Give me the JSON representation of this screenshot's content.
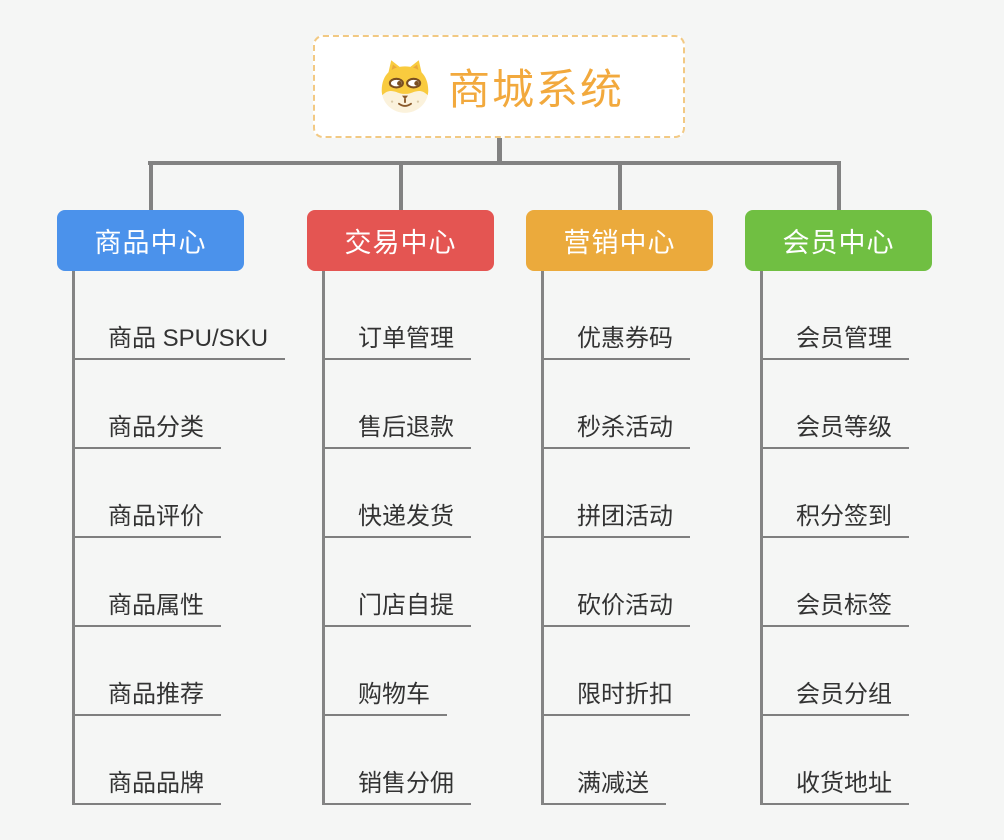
{
  "root": {
    "title": "商城系统",
    "icon": "dog-face",
    "accent_color": "#f2a93d",
    "border_color": "#f2c983"
  },
  "branches": [
    {
      "label": "商品中心",
      "color": "#4b92eb",
      "items": [
        "商品 SPU/SKU",
        "商品分类",
        "商品评价",
        "商品属性",
        "商品推荐",
        "商品品牌"
      ]
    },
    {
      "label": "交易中心",
      "color": "#e45552",
      "items": [
        "订单管理",
        "售后退款",
        "快递发货",
        "门店自提",
        "购物车",
        "销售分佣"
      ]
    },
    {
      "label": "营销中心",
      "color": "#ebaa3c",
      "items": [
        "优惠券码",
        "秒杀活动",
        "拼团活动",
        "砍价活动",
        "限时折扣",
        "满减送"
      ]
    },
    {
      "label": "会员中心",
      "color": "#70bf42",
      "items": [
        "会员管理",
        "会员等级",
        "积分签到",
        "会员标签",
        "会员分组",
        "收货地址"
      ]
    }
  ],
  "colors": {
    "background": "#f5f6f5",
    "connector": "#828282",
    "leaf_text": "#333333",
    "underline": "#7f7f7f"
  }
}
